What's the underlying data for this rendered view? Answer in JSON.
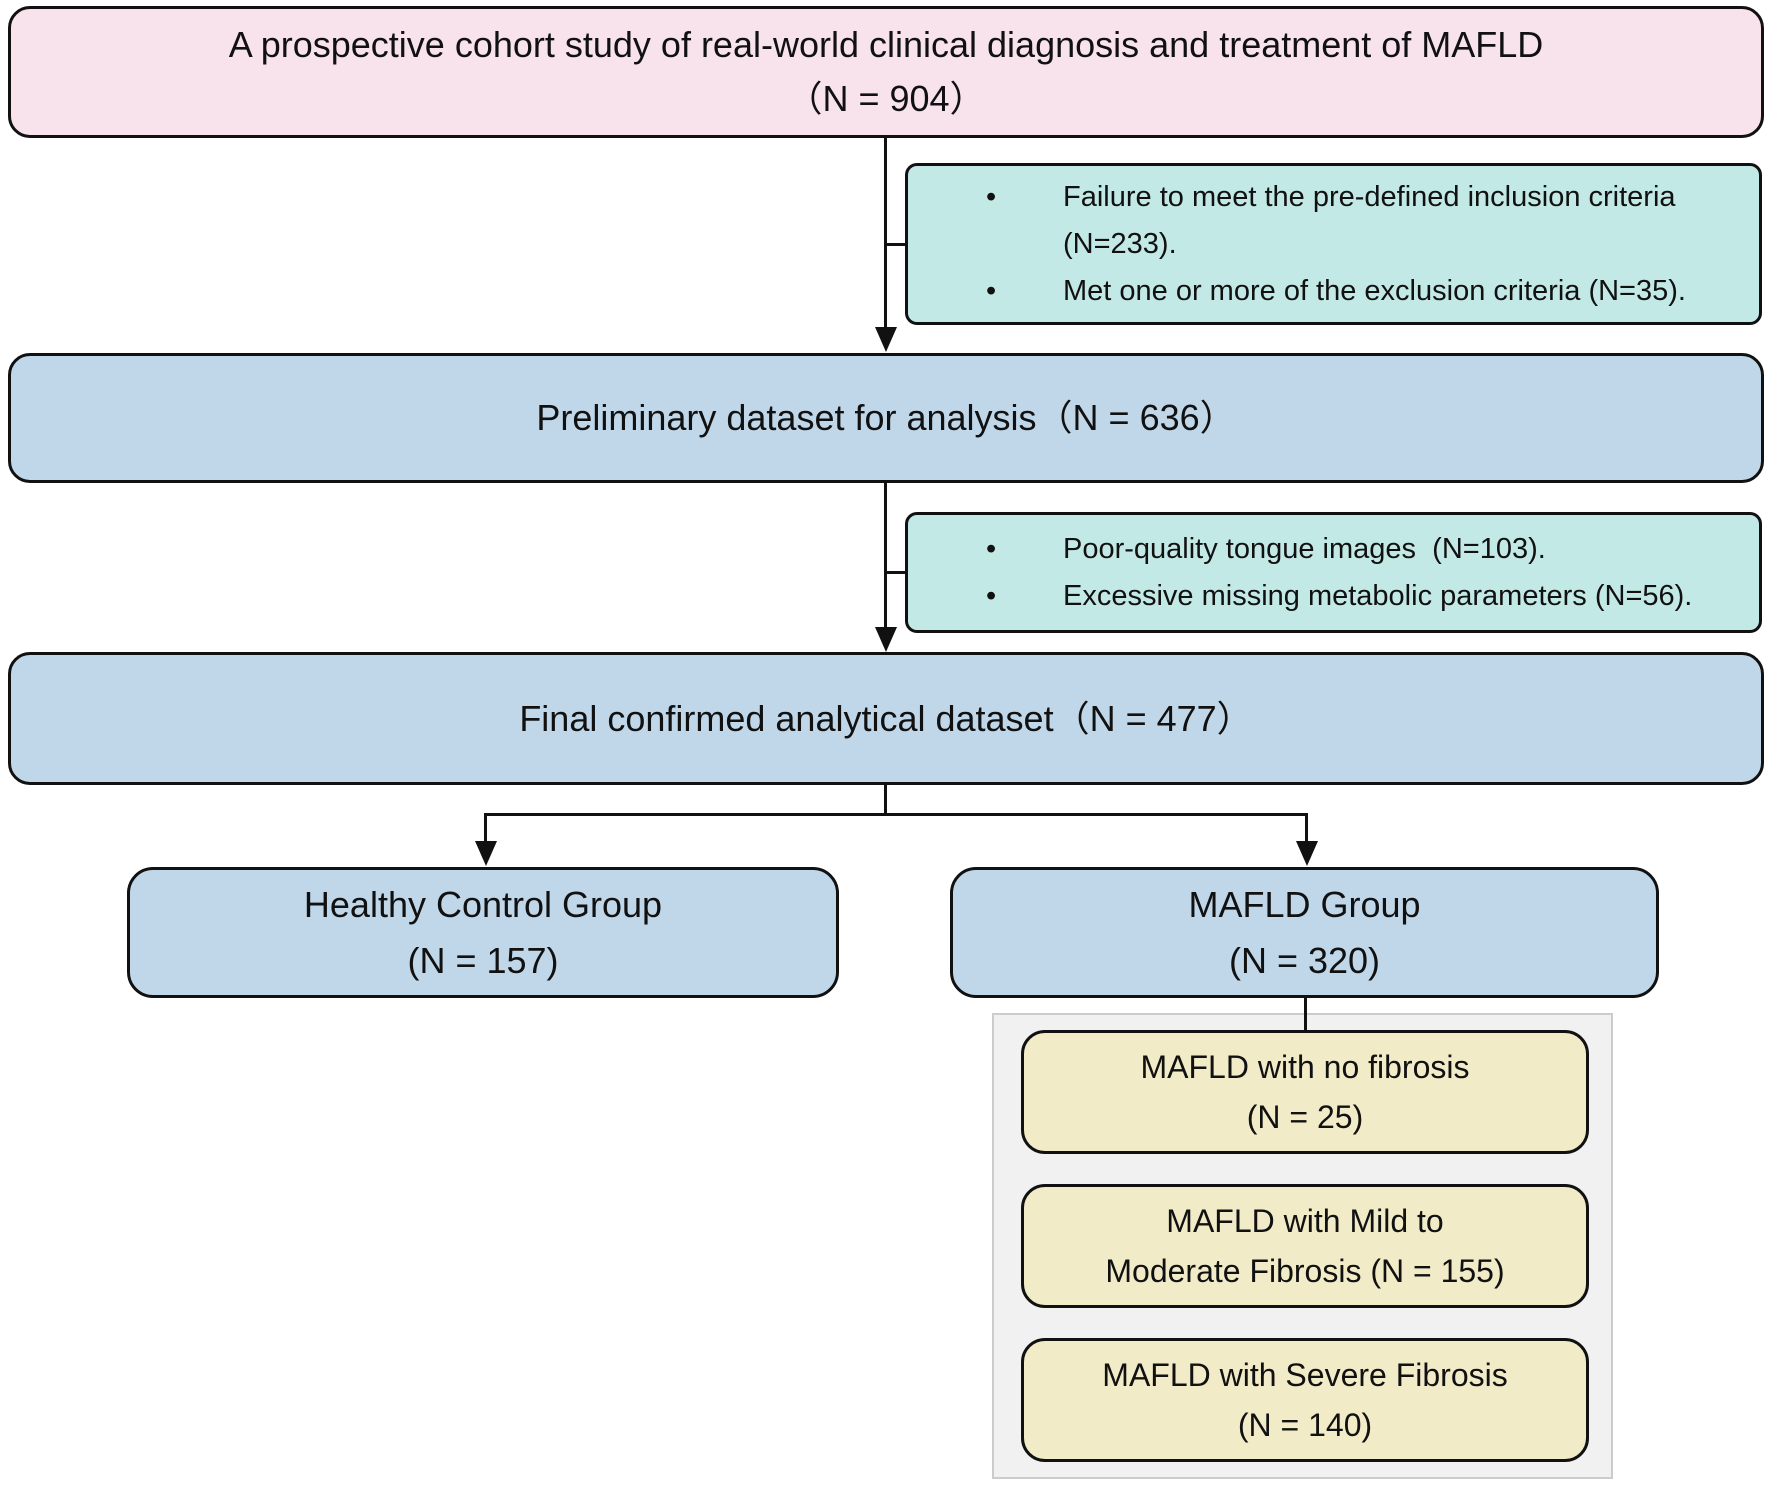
{
  "flow": {
    "study": {
      "line1": "A prospective cohort study of real-world clinical diagnosis and treatment of MAFLD",
      "line2": "（N = 904）"
    },
    "exclusion1": {
      "items": [
        {
          "lines": [
            "Failure to meet the pre-defined inclusion criteria",
            "(N=233)."
          ]
        },
        {
          "lines": [
            "Met one or more of the exclusion criteria (N=35)."
          ]
        }
      ]
    },
    "preliminary": {
      "label": "Preliminary dataset for analysis（N = 636）"
    },
    "exclusion2": {
      "items": [
        {
          "lines": [
            "Poor-quality tongue images  (N=103)."
          ]
        },
        {
          "lines": [
            "Excessive missing metabolic parameters (N=56)."
          ]
        }
      ]
    },
    "final": {
      "label": "Final confirmed analytical dataset（N = 477）"
    },
    "healthy_group": {
      "line1": "Healthy Control Group",
      "line2": "(N = 157)"
    },
    "mafld_group": {
      "line1": "MAFLD Group",
      "line2": "(N = 320)"
    },
    "subgroups": [
      {
        "line1": "MAFLD with no fibrosis",
        "line2": "(N = 25)"
      },
      {
        "line1": "MAFLD with Mild to",
        "line2": "Moderate Fibrosis (N = 155)"
      },
      {
        "line1": "MAFLD with Severe Fibrosis",
        "line2": "(N = 140)"
      }
    ]
  },
  "glyphs": {
    "bullet": "•"
  },
  "colors": {
    "pink": "#f8e3ed",
    "blue": "#c0d7e9",
    "teal": "#c2e9e6",
    "cream": "#f1ebc7",
    "panel": "#f1f1f1",
    "panel_border": "#cccccc",
    "line": "#111111"
  }
}
